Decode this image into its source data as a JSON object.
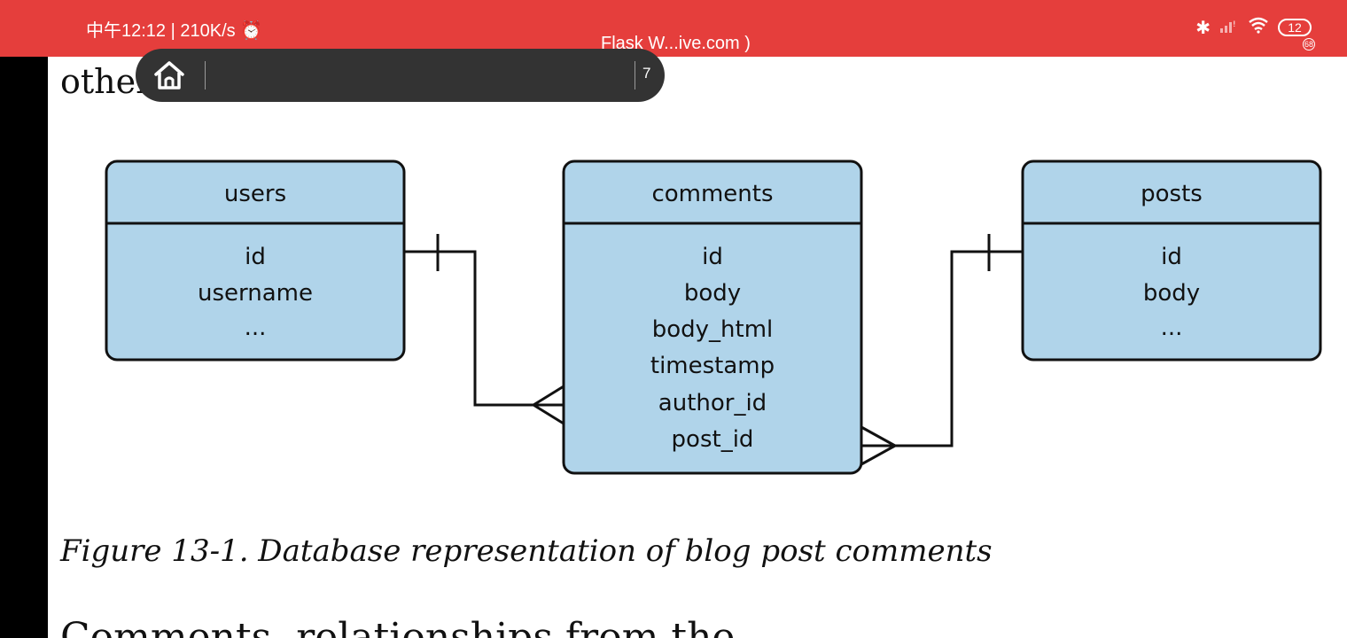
{
  "status_bar": {
    "time_speed": "中午12:12 | 210K/s",
    "page_title": "Flask W...ive.com )",
    "battery_level": "12",
    "battery_sub": "68",
    "icons": [
      "alarm-icon",
      "bluetooth-icon",
      "signal-icon",
      "wifi-icon",
      "battery-icon"
    ]
  },
  "browser": {
    "tab_count": "7"
  },
  "document": {
    "top_text": "other tables in the database.",
    "caption": "Figure 13-1. Database representation of blog post comments",
    "bottom_text": "Comments, relationships from the"
  },
  "diagram": {
    "entities": [
      {
        "name": "users",
        "fields": [
          "id",
          "username",
          "..."
        ]
      },
      {
        "name": "comments",
        "fields": [
          "id",
          "body",
          "body_html",
          "timestamp",
          "author_id",
          "post_id"
        ]
      },
      {
        "name": "posts",
        "fields": [
          "id",
          "body",
          "..."
        ]
      }
    ],
    "colors": {
      "entity_fill": "#b0d4ea",
      "stroke": "#111111"
    }
  }
}
